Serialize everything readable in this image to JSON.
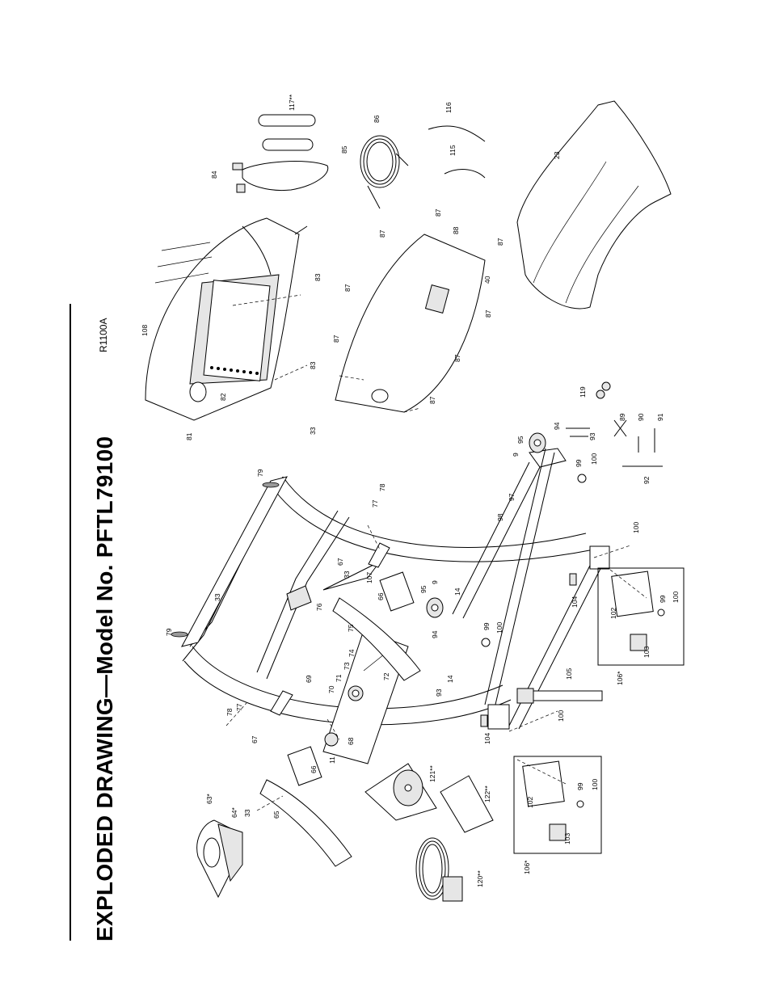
{
  "header": {
    "title": "EXPLODED DRAWING—Model No. PFTL79100",
    "ref_code": "R1100A"
  },
  "part_labels": [
    {
      "id": "l117",
      "text": "117**"
    },
    {
      "id": "l116",
      "text": "116"
    },
    {
      "id": "l86",
      "text": "86"
    },
    {
      "id": "l85",
      "text": "85"
    },
    {
      "id": "l115",
      "text": "115"
    },
    {
      "id": "l84",
      "text": "84"
    },
    {
      "id": "l23",
      "text": "23"
    },
    {
      "id": "l87a",
      "text": "87"
    },
    {
      "id": "l87b",
      "text": "87"
    },
    {
      "id": "l88",
      "text": "88"
    },
    {
      "id": "l87c",
      "text": "87"
    },
    {
      "id": "l40",
      "text": "40"
    },
    {
      "id": "l87d",
      "text": "87"
    },
    {
      "id": "l83a",
      "text": "83"
    },
    {
      "id": "l87e",
      "text": "87"
    },
    {
      "id": "l108",
      "text": "108"
    },
    {
      "id": "l87f",
      "text": "87"
    },
    {
      "id": "l87g",
      "text": "87"
    },
    {
      "id": "l83b",
      "text": "83"
    },
    {
      "id": "l82",
      "text": "82"
    },
    {
      "id": "l87h",
      "text": "87"
    },
    {
      "id": "l81",
      "text": "81"
    },
    {
      "id": "l119",
      "text": "119"
    },
    {
      "id": "l89",
      "text": "89"
    },
    {
      "id": "l90",
      "text": "90"
    },
    {
      "id": "l91",
      "text": "91"
    },
    {
      "id": "l94a",
      "text": "94"
    },
    {
      "id": "l95a",
      "text": "95"
    },
    {
      "id": "l93a",
      "text": "93"
    },
    {
      "id": "l9a",
      "text": "9"
    },
    {
      "id": "l99a",
      "text": "99"
    },
    {
      "id": "l100a",
      "text": "100"
    },
    {
      "id": "l92",
      "text": "92"
    },
    {
      "id": "l33a",
      "text": "33"
    },
    {
      "id": "l79a",
      "text": "79"
    },
    {
      "id": "l78a",
      "text": "78"
    },
    {
      "id": "l77a",
      "text": "77"
    },
    {
      "id": "l97",
      "text": "97"
    },
    {
      "id": "l98",
      "text": "98"
    },
    {
      "id": "l100b",
      "text": "100"
    },
    {
      "id": "l67a",
      "text": "67"
    },
    {
      "id": "l33b",
      "text": "33"
    },
    {
      "id": "l107",
      "text": "107"
    },
    {
      "id": "l66a",
      "text": "66"
    },
    {
      "id": "l95b",
      "text": "95"
    },
    {
      "id": "l9b",
      "text": "9"
    },
    {
      "id": "l14a",
      "text": "14"
    },
    {
      "id": "l99b",
      "text": "99"
    },
    {
      "id": "l100c",
      "text": "100"
    },
    {
      "id": "l102a",
      "text": "102"
    },
    {
      "id": "l99c",
      "text": "99"
    },
    {
      "id": "l100d",
      "text": "100"
    },
    {
      "id": "l104a",
      "text": "104"
    },
    {
      "id": "l103a",
      "text": "103"
    },
    {
      "id": "l106a",
      "text": "106*"
    },
    {
      "id": "l33c",
      "text": "33"
    },
    {
      "id": "l76",
      "text": "76"
    },
    {
      "id": "l75",
      "text": "75"
    },
    {
      "id": "l79b",
      "text": "79"
    },
    {
      "id": "l94b",
      "text": "94"
    },
    {
      "id": "l74",
      "text": "74"
    },
    {
      "id": "l73",
      "text": "73"
    },
    {
      "id": "l71",
      "text": "71"
    },
    {
      "id": "l72",
      "text": "72"
    },
    {
      "id": "l70",
      "text": "70"
    },
    {
      "id": "l69",
      "text": "69"
    },
    {
      "id": "l14b",
      "text": "14"
    },
    {
      "id": "l93b",
      "text": "93"
    },
    {
      "id": "l105",
      "text": "105"
    },
    {
      "id": "l78b",
      "text": "78"
    },
    {
      "id": "l77b",
      "text": "77"
    },
    {
      "id": "l67b",
      "text": "67"
    },
    {
      "id": "l11",
      "text": "11"
    },
    {
      "id": "l68",
      "text": "68"
    },
    {
      "id": "l100e",
      "text": "100"
    },
    {
      "id": "l104b",
      "text": "104"
    },
    {
      "id": "l66b",
      "text": "66"
    },
    {
      "id": "l121",
      "text": "121**"
    },
    {
      "id": "l63",
      "text": "63*"
    },
    {
      "id": "l64",
      "text": "64*"
    },
    {
      "id": "l33d",
      "text": "33"
    },
    {
      "id": "l65",
      "text": "65"
    },
    {
      "id": "l122",
      "text": "122**"
    },
    {
      "id": "l102b",
      "text": "102"
    },
    {
      "id": "l99d",
      "text": "99"
    },
    {
      "id": "l100f",
      "text": "100"
    },
    {
      "id": "l103b",
      "text": "103"
    },
    {
      "id": "l106b",
      "text": "106*"
    },
    {
      "id": "l120",
      "text": "120**"
    }
  ]
}
